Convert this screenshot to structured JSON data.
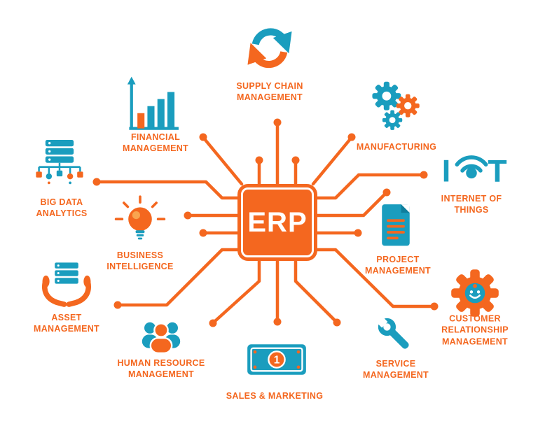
{
  "palette": {
    "orange": "#F4671F",
    "orange_light": "#F9A450",
    "teal": "#1A9DBE",
    "teal_dark": "#0F7E9C",
    "white": "#FFFFFF"
  },
  "center": {
    "label": "ERP"
  },
  "nodes": {
    "supply_chain": {
      "icon": "circular-arrows-icon",
      "lines": [
        "SUPPLY CHAIN",
        "MANAGEMENT"
      ]
    },
    "financial": {
      "icon": "bar-chart-icon",
      "lines": [
        "FINANCIAL",
        "MANAGEMENT"
      ]
    },
    "manufacturing": {
      "icon": "gears-icon",
      "lines": [
        "MANUFACTURING"
      ]
    },
    "big_data": {
      "icon": "server-network-icon",
      "lines": [
        "BIG DATA",
        "ANALYTICS"
      ]
    },
    "iot": {
      "icon": "iot-signal-icon",
      "lines": [
        "INTERNET OF",
        "THINGS"
      ],
      "glyphs": {
        "left": "I",
        "right": "T"
      }
    },
    "business_intelligence": {
      "icon": "lightbulb-icon",
      "lines": [
        "BUSINESS",
        "INTELLIGENCE"
      ]
    },
    "project": {
      "icon": "document-icon",
      "lines": [
        "PROJECT",
        "MANAGEMENT"
      ]
    },
    "asset": {
      "icon": "hands-server-icon",
      "lines": [
        "ASSET",
        "MANAGEMENT"
      ]
    },
    "crm": {
      "icon": "gear-face-icon",
      "lines": [
        "CUSTOMER",
        "RELATIONSHIP",
        "MANAGEMENT"
      ]
    },
    "hr": {
      "icon": "people-group-icon",
      "lines": [
        "HUMAN RESOURCE",
        "MANAGEMENT"
      ]
    },
    "service": {
      "icon": "wrench-icon",
      "lines": [
        "SERVICE",
        "MANAGEMENT"
      ]
    },
    "sales": {
      "icon": "banknote-icon",
      "lines": [
        "SALES & MARKETING"
      ],
      "badge": "1"
    }
  }
}
